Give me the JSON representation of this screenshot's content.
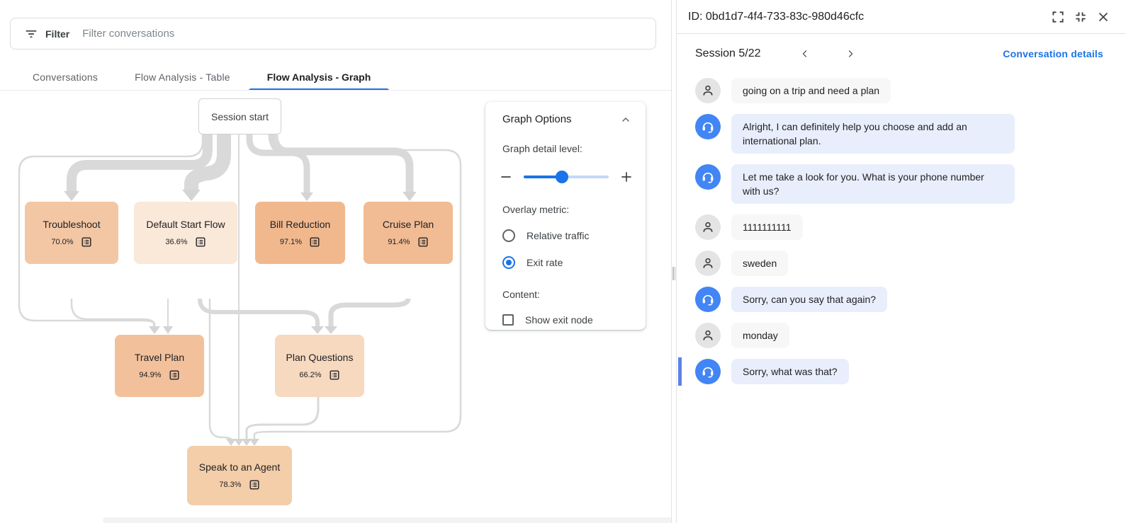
{
  "filter_bar": {
    "label": "Filter",
    "placeholder": "Filter conversations"
  },
  "tabs": [
    {
      "label": "Conversations",
      "active": false
    },
    {
      "label": "Flow Analysis - Table",
      "active": false
    },
    {
      "label": "Flow Analysis - Graph",
      "active": true
    }
  ],
  "graph": {
    "start_node": {
      "label": "Session start"
    },
    "overlay_metric_shown": "Exit rate",
    "nodes": [
      {
        "label": "Troubleshoot",
        "exit_rate": "70.0%",
        "color": "#f3c7a4"
      },
      {
        "label": "Default Start Flow",
        "exit_rate": "36.6%",
        "color": "#fae8d9"
      },
      {
        "label": "Bill Reduction",
        "exit_rate": "97.1%",
        "color": "#f1b88e"
      },
      {
        "label": "Cruise Plan",
        "exit_rate": "91.4%",
        "color": "#f1bb93"
      },
      {
        "label": "Travel Plan",
        "exit_rate": "94.9%",
        "color": "#f2c19c"
      },
      {
        "label": "Plan Questions",
        "exit_rate": "66.2%",
        "color": "#f7d9bf"
      },
      {
        "label": "Speak to an Agent",
        "exit_rate": "78.3%",
        "color": "#f4cda9"
      }
    ],
    "options": {
      "title": "Graph Options",
      "detail_label": "Graph detail level:",
      "slider_position_pct": 45,
      "overlay_label": "Overlay metric:",
      "radios": [
        {
          "label": "Relative traffic",
          "selected": false
        },
        {
          "label": "Exit rate",
          "selected": true
        }
      ],
      "content_label": "Content:",
      "checkbox_label": "Show exit node",
      "checkbox_checked": false
    }
  },
  "detail_panel": {
    "title": "ID: 0bd1d7-4f4-733-83c-980d46cfc",
    "session_label": "Session 5/22",
    "link": "Conversation details",
    "messages": [
      {
        "speaker": "user",
        "text": "going on a trip and need a plan"
      },
      {
        "speaker": "agent",
        "text": "Alright, I can definitely help you choose and add an international plan."
      },
      {
        "speaker": "agent",
        "text": "Let me take a look for you. What is your phone number with us?"
      },
      {
        "speaker": "user",
        "text": "1111111111"
      },
      {
        "speaker": "user",
        "text": "sweden"
      },
      {
        "speaker": "agent",
        "text": "Sorry, can you say that again?"
      },
      {
        "speaker": "user",
        "text": "monday"
      },
      {
        "speaker": "agent",
        "text": "Sorry, what was that?",
        "highlighted": true
      }
    ]
  },
  "colors": {
    "accent_blue": "#1a73e8",
    "agent_avatar": "#4285f4",
    "highlight_bar": "#5b82e6",
    "edge_gray": "#d9d9d9"
  }
}
